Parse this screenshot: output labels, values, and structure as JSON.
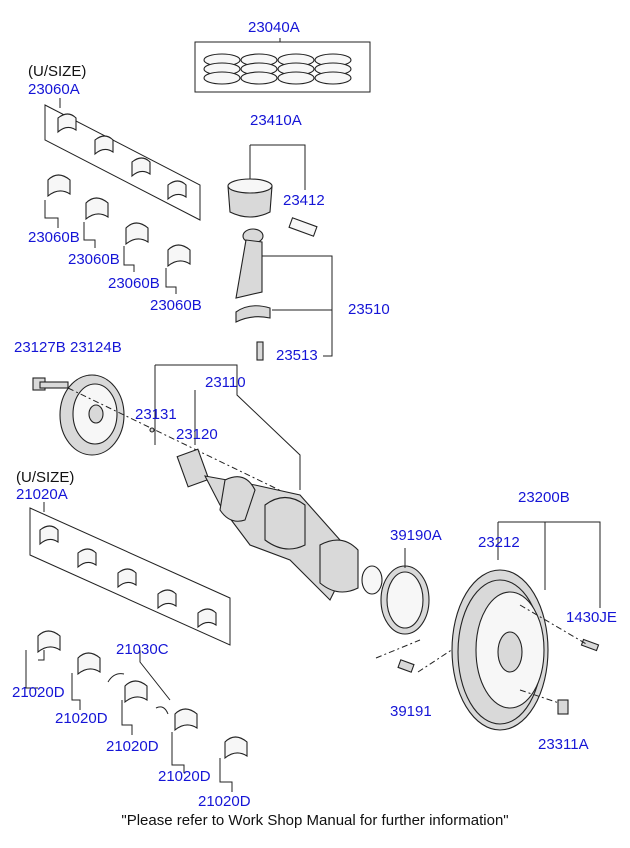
{
  "labels": {
    "rings": "23040A",
    "undersize_top": "(U/SIZE)",
    "bearing_upper_set": "23060A",
    "bearing_upper_1": "23060B",
    "bearing_upper_2": "23060B",
    "bearing_upper_3": "23060B",
    "bearing_upper_4": "23060B",
    "piston": "23410A",
    "piston_pin": "23412",
    "con_rod": "23510",
    "con_rod_bolt": "23513",
    "pulley_bolt": "23127B",
    "pulley": "23124B",
    "crankshaft": "23110",
    "pin": "23131",
    "sprocket": "23120",
    "undersize_bottom": "(U/SIZE)",
    "main_bearing_set": "21020A",
    "thrust_washer": "21030C",
    "main_bearing_1": "21020D",
    "main_bearing_2": "21020D",
    "main_bearing_3": "21020D",
    "main_bearing_4": "21020D",
    "main_bearing_5": "21020D",
    "drive_plate": "39190A",
    "drive_plate_bolt": "39191",
    "flywheel": "23200B",
    "ring_gear": "23212",
    "dowel": "1430JE",
    "flywheel_bolt": "23311A"
  },
  "footer": "\"Please refer to Work Shop Manual for further information\"",
  "colors": {
    "part_number": "#1515d6",
    "text": "#111111",
    "line": "#222222",
    "background": "#ffffff"
  }
}
